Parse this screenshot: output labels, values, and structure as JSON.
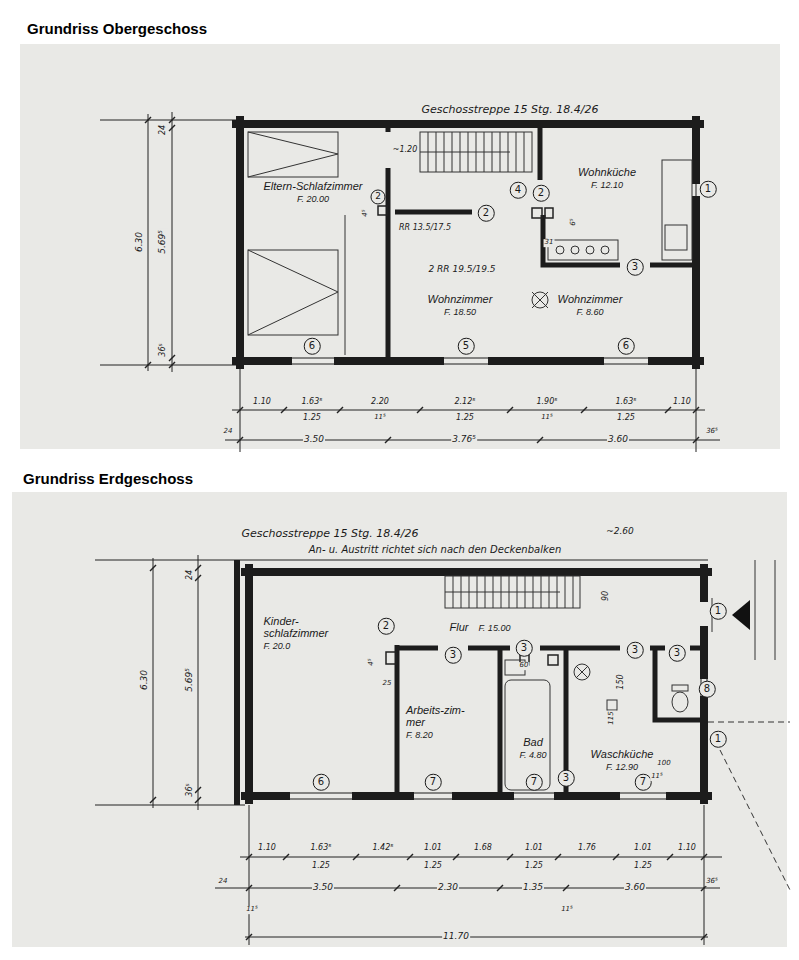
{
  "diagram": {
    "nodes": [
      {
        "text": [
          "Grundriss Obergeschoss"
        ]
      },
      {
        "text": [
          "Eltern-Schlafzimmer",
          "F. 20.00"
        ],
        "in": 0
      },
      {
        "text": [
          "Wohnküche",
          "F. 12.10"
        ],
        "in": 0
      },
      {
        "text": [
          "Wohnzimmer",
          "F. 18.50"
        ],
        "in": 0
      },
      {
        "text": [
          "Wohnzimmer",
          "F. 8.60"
        ],
        "in": 0
      },
      {
        "text": [
          "Grundriss Erdgeschoss"
        ]
      },
      {
        "text": [
          "Kinder- schlafzimmer",
          "F. 20.0"
        ],
        "in": 5
      },
      {
        "text": [
          "Flur",
          "F. 15.00"
        ],
        "in": 5
      },
      {
        "text": [
          "Arbeits-zim- mer",
          "F. 8.20"
        ],
        "in": 5
      },
      {
        "text": [
          "Bad",
          "F. 4.80"
        ],
        "in": 5
      },
      {
        "text": [
          "Waschküche",
          "F. 12.90"
        ],
        "in": 5
      }
    ],
    "labels": [
      "Geschosstreppe 15 Stg. 18.4/26",
      "~1.20",
      "4",
      "2",
      "2",
      "2",
      "1",
      "3",
      "6",
      "5",
      "6",
      "RR 13.5/17.5",
      "2 RR 19.5/19.5",
      "31",
      "4⁵",
      "6⁵",
      "24",
      "5.69⁵",
      "36⁵",
      "6.30",
      "1.10",
      "1.63⁵",
      "2.20",
      "2.12⁵",
      "1.90⁵",
      "1.63⁵",
      "1.10",
      "1.25",
      "1.25",
      "1.25",
      "11⁵",
      "11⁵",
      "24",
      "3.50",
      "3.76⁵",
      "3.60",
      "36⁵",
      "Geschosstreppe 15 Stg. 18.4/26",
      "An- u. Austritt richtet sich nach den Deckenbalken",
      "~2.60",
      "90",
      "1",
      "2",
      "3",
      "3",
      "60",
      "3",
      "3",
      "8",
      "1",
      "3",
      "6",
      "7",
      "7",
      "7",
      "150",
      "115",
      "100",
      "11⁵",
      "4⁵",
      "25",
      "24",
      "5.69⁵",
      "36⁵",
      "6.30",
      "1.10",
      "1.63⁵",
      "1.42⁵",
      "1.01",
      "1.68",
      "1.01",
      "1.76",
      "1.01",
      "1.10",
      "1.25",
      "1.25",
      "1.25",
      "1.25",
      "24",
      "3.50",
      "2.30",
      "1.35",
      "3.60",
      "36⁵",
      "11⁵",
      "11⁵",
      "11.70"
    ]
  }
}
